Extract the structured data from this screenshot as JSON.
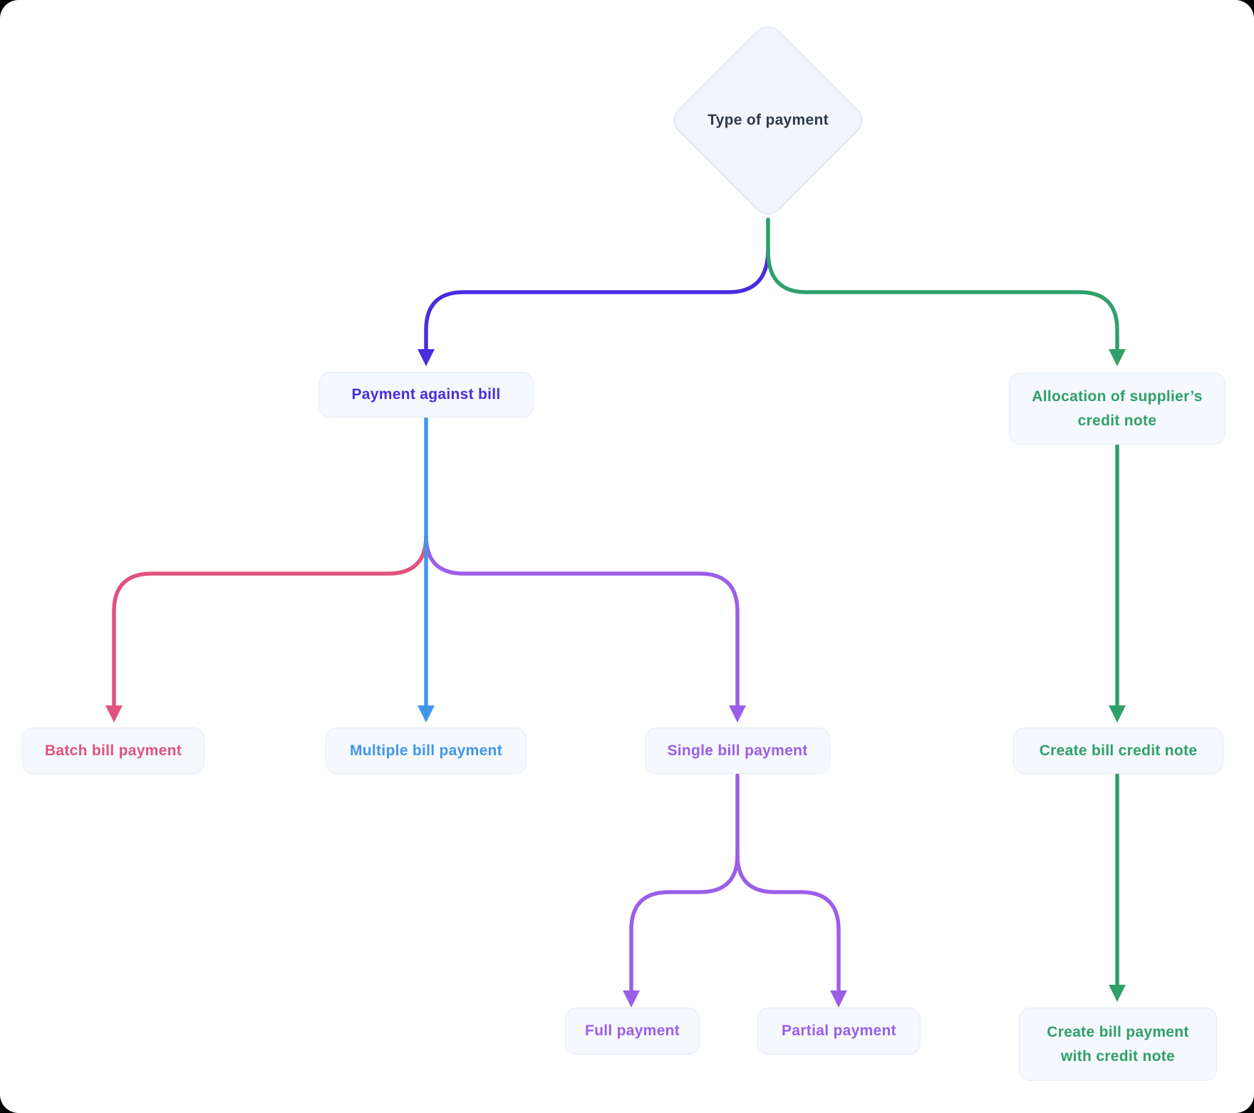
{
  "colors": {
    "indigo": "#4A2CDF",
    "green": "#2FA06A",
    "pink": "#E0537E",
    "blue": "#4196EA",
    "purple": "#9B5EE8",
    "dark": "#2E3A4E",
    "node-bg": "#F5F8FC",
    "node-border": "#E4EBF5",
    "diamond-bg": "#F2F6FA",
    "diamond-border": "#E0E9F4"
  },
  "diagram": {
    "nodes": {
      "root": {
        "label": "Type of payment",
        "shape": "diamond",
        "color": "dark"
      },
      "payment_against_bill": {
        "label": "Payment against bill",
        "color": "indigo"
      },
      "allocation_credit_note": {
        "label": "Allocation of supplier’s credit note",
        "color": "green"
      },
      "batch_bill_payment": {
        "label": "Batch bill payment",
        "color": "pink"
      },
      "multiple_bill_payment": {
        "label": "Multiple bill payment",
        "color": "blue"
      },
      "single_bill_payment": {
        "label": "Single bill payment",
        "color": "purple"
      },
      "create_bill_credit_note": {
        "label": "Create bill credit note",
        "color": "green"
      },
      "full_payment": {
        "label": "Full payment",
        "color": "purple"
      },
      "partial_payment": {
        "label": "Partial payment",
        "color": "purple"
      },
      "create_bill_payment_with_credit_note": {
        "label": "Create bill payment with credit note",
        "color": "green"
      }
    },
    "edges": [
      {
        "from": "root",
        "to": "payment_against_bill",
        "color": "indigo"
      },
      {
        "from": "root",
        "to": "allocation_credit_note",
        "color": "green"
      },
      {
        "from": "payment_against_bill",
        "to": "batch_bill_payment",
        "color": "pink"
      },
      {
        "from": "payment_against_bill",
        "to": "multiple_bill_payment",
        "color": "blue"
      },
      {
        "from": "payment_against_bill",
        "to": "single_bill_payment",
        "color": "purple"
      },
      {
        "from": "single_bill_payment",
        "to": "full_payment",
        "color": "purple"
      },
      {
        "from": "single_bill_payment",
        "to": "partial_payment",
        "color": "purple"
      },
      {
        "from": "allocation_credit_note",
        "to": "create_bill_credit_note",
        "color": "green"
      },
      {
        "from": "create_bill_credit_note",
        "to": "create_bill_payment_with_credit_note",
        "color": "green"
      }
    ]
  }
}
